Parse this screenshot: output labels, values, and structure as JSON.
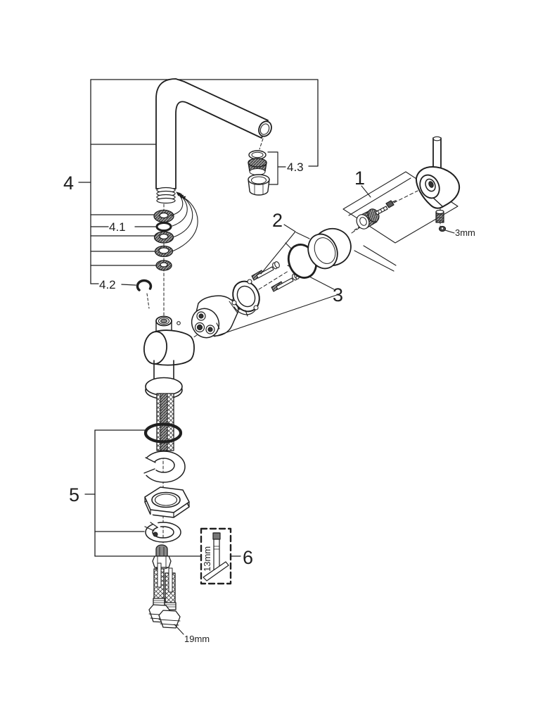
{
  "diagram": {
    "kind": "exploded-parts-diagram",
    "background_color": "#ffffff",
    "line_color": "#1f1f1f",
    "callouts": {
      "c1": "1",
      "c2": "2",
      "c3": "3",
      "c4": "4",
      "c4_1": "4.1",
      "c4_2": "4.2",
      "c4_3": "4.3",
      "c5": "5",
      "c6": "6"
    },
    "measurements": {
      "set_screw_hex": "3mm",
      "mounting_socket": "13mm",
      "supply_nut": "19mm"
    }
  }
}
